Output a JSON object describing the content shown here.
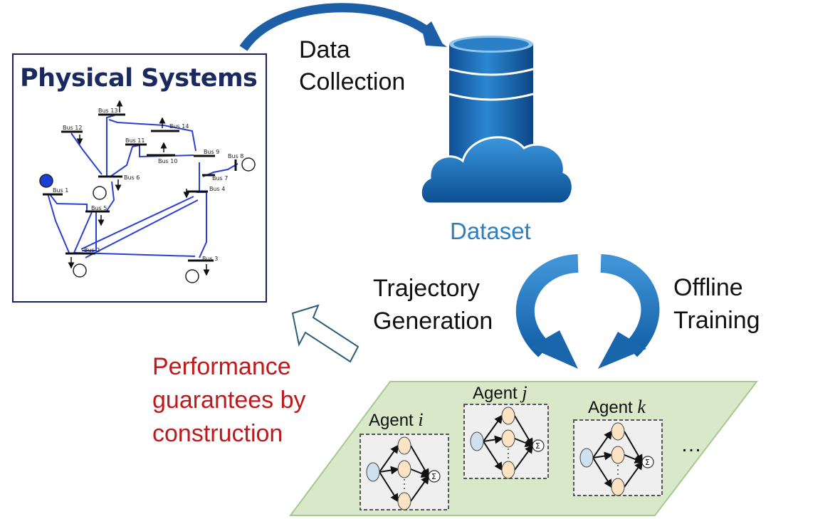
{
  "physical_systems": {
    "title": "Physical Systems",
    "buses": [
      "Bus 1",
      "Bus 2",
      "Bus 3",
      "Bus 4",
      "Bus 5",
      "Bus 6",
      "Bus 7",
      "Bus 8",
      "Bus 9",
      "Bus 10",
      "Bus 11",
      "Bus 12",
      "Bus 13",
      "Bus 14"
    ]
  },
  "data_collection": {
    "line1": "Data",
    "line2": "Collection"
  },
  "dataset": {
    "label": "Dataset"
  },
  "trajectory_generation": {
    "line1": "Trajectory",
    "line2": "Generation"
  },
  "offline_training": {
    "line1": "Offline",
    "line2": "Training"
  },
  "performance": {
    "line1": "Performance",
    "line2": "guarantees by",
    "line3": "construction"
  },
  "agents": [
    {
      "prefix": "Agent",
      "index": "i"
    },
    {
      "prefix": "Agent",
      "index": "j"
    },
    {
      "prefix": "Agent",
      "index": "k"
    }
  ],
  "ellipsis": "…",
  "colors": {
    "title_navy": "#1a2a5e",
    "dataset_blue": "#2d7fc1",
    "arrow_blue": "#1f6fb8",
    "performance_red": "#c0191c",
    "platform_green": "#d8e8c8",
    "neuron_fill": "#fbe3c4",
    "input_fill": "#cfe1ef"
  }
}
